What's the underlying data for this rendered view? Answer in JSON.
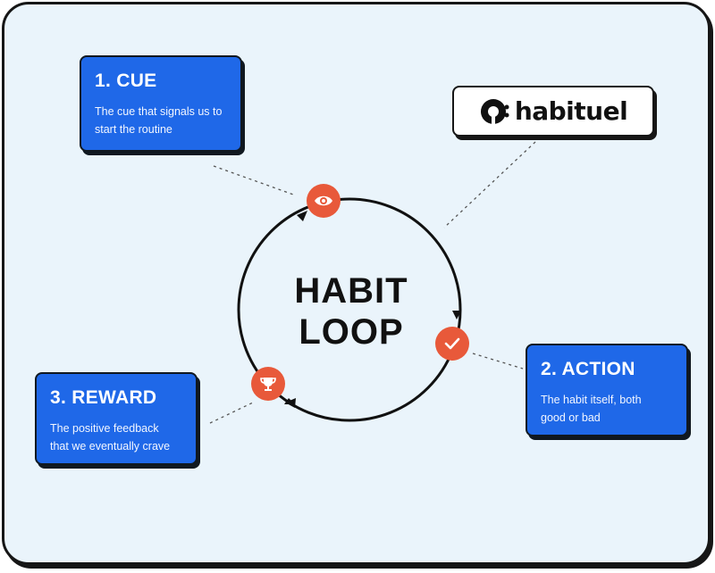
{
  "diagram": {
    "center_lines": [
      "HABIT",
      "LOOP"
    ],
    "brand": "habituel",
    "steps": [
      {
        "title": "1. CUE",
        "description": "The cue that signals us to start the routine",
        "icon": "eye-icon"
      },
      {
        "title": "2. ACTION",
        "description": "The habit itself, both good or bad",
        "icon": "checkmark-icon"
      },
      {
        "title": "3. REWARD",
        "description": "The positive feedback that we eventually crave",
        "icon": "trophy-icon"
      }
    ]
  },
  "colors": {
    "background": "#eaf4fb",
    "card": "#1f68e8",
    "badge": "#e8593a",
    "outline": "#161616"
  }
}
